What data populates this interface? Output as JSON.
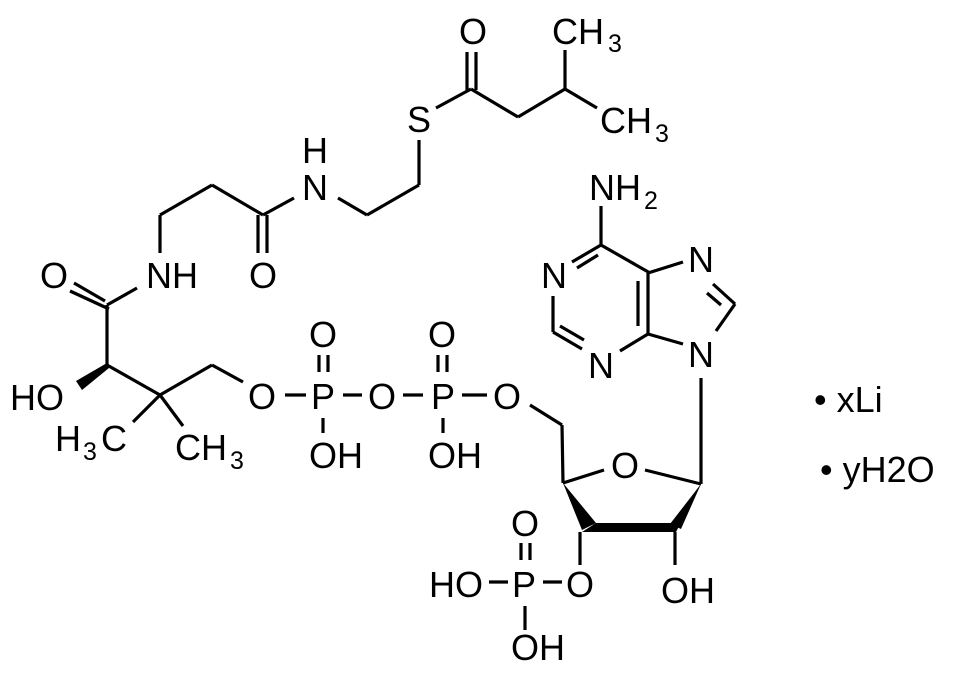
{
  "diagram": {
    "type": "chemical-structure",
    "compound": "Isovaleryl coenzyme A lithium salt hydrate",
    "atom_labels": {
      "thioester_o": "O",
      "ch3_top": "CH",
      "ch3_top_sub": "3",
      "ch3_right": "CH",
      "ch3_right_sub": "3",
      "sulfur": "S",
      "amide_nh_n": "N",
      "amide_nh_h": "H",
      "amide_o": "O",
      "nh2": "NH",
      "nh2_sub": "2",
      "purine_n1": "N",
      "purine_n7": "N",
      "purine_n3": "N",
      "purine_n9": "N",
      "left_o": "O",
      "left_nh": "NH",
      "ho": "HO",
      "h3c_h": "H",
      "h3c_sub": "3",
      "h3c_c": "C",
      "ch3_bottom": "CH",
      "ch3_bottom_sub": "3",
      "o_link1": "O",
      "p1": "P",
      "p1_o": "O",
      "p1_oh": "OH",
      "o_link2": "O",
      "p2": "P",
      "p2_o": "O",
      "p2_oh": "OH",
      "o_link3": "O",
      "ring_o": "O",
      "ribose_oh": "OH",
      "p3_o_link": "O",
      "p3": "P",
      "p3_o": "O",
      "p3_ho": "HO",
      "p3_oh": "OH"
    },
    "counterions": {
      "lithium": "• xLi",
      "water": "• yH2O"
    }
  }
}
